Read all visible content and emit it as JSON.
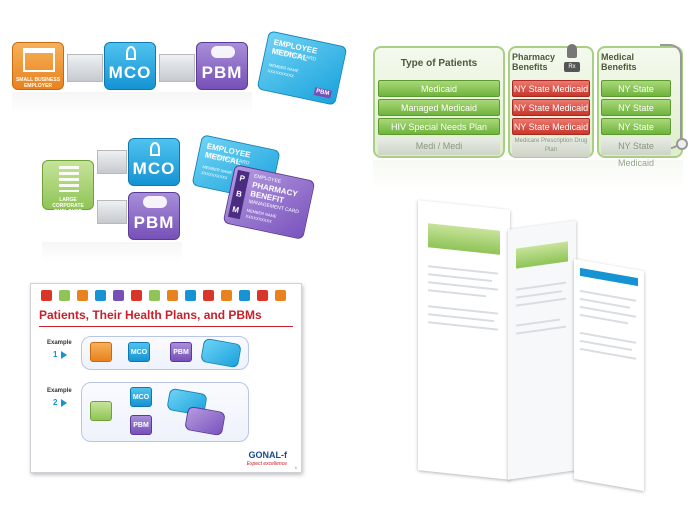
{
  "top_left": {
    "employer_label": "SMALL BUSINESS EMPLOYER",
    "mco_label": "MCO",
    "pbm_label": "PBM",
    "card_title": "EMPLOYEE MEDICAL",
    "card_subtitle": "INSURANCE CARD",
    "card_member": "MEMBER NAME",
    "card_number": "XXXXXXXXXX",
    "card_brand": "PBM"
  },
  "mid_left": {
    "employer_label": "LARGE CORPORATE EMPLOYER",
    "mco_label": "MCO",
    "pbm_label": "PBM",
    "medical_card_title": "EMPLOYEE MEDICAL",
    "medical_card_subtitle": "INSURANCE CARD",
    "medical_card_member": "MEMBER NAME",
    "medical_card_number": "XXXXXXXXXX",
    "pharmacy_card_line1": "EMPLOYEE",
    "pharmacy_card_line2": "PHARMACY",
    "pharmacy_card_line3": "BENEFIT",
    "pharmacy_card_line4": "MANAGEMENT CARD",
    "pharmacy_card_member": "MEMBER NAME",
    "pharmacy_card_number": "XXXXXXXXXX",
    "pharmacy_card_letters": [
      "P",
      "B",
      "M"
    ]
  },
  "table": {
    "headers": [
      "Type of Patients",
      "Pharmacy Benefits",
      "Medical Benefits"
    ],
    "rx_badge": "Rx",
    "rows": [
      {
        "type": "Medicaid",
        "pharmacy": "NY State Medicaid",
        "medical": "NY State Medicaid"
      },
      {
        "type": "Managed Medicaid",
        "pharmacy": "NY State Medicaid",
        "medical": "NY State Medicaid"
      },
      {
        "type": "HIV Special Needs Plan",
        "pharmacy": "NY State Medicaid",
        "medical": "NY State Medicaid"
      },
      {
        "type": "Medi / Medi",
        "pharmacy": "Medicare Prescription Drug Plan",
        "medical": "NY State Medicaid"
      }
    ]
  },
  "slide": {
    "title": "Patients, Their Health Plans, and PBMs",
    "example_label": "Example",
    "example1_num": "1",
    "example2_num": "2",
    "mco_label": "MCO",
    "pbm_label": "PBM",
    "logo_text": "GONAL-f",
    "tagline": "Expect excellence",
    "page_num": "6",
    "icon_colors": [
      "#d9362a",
      "#8fc456",
      "#e8821e",
      "#1593d3",
      "#7650b8",
      "#d9362a",
      "#8fc456",
      "#e8821e",
      "#1593d3",
      "#d9362a",
      "#e8821e",
      "#1593d3",
      "#d9362a",
      "#e8821e"
    ]
  },
  "colors": {
    "accent_blue": "#1593d3",
    "accent_purple": "#7650b8",
    "accent_orange": "#e8821e",
    "accent_green": "#8fc456",
    "accent_red": "#c9362c",
    "slide_title_red": "#c8202c"
  }
}
